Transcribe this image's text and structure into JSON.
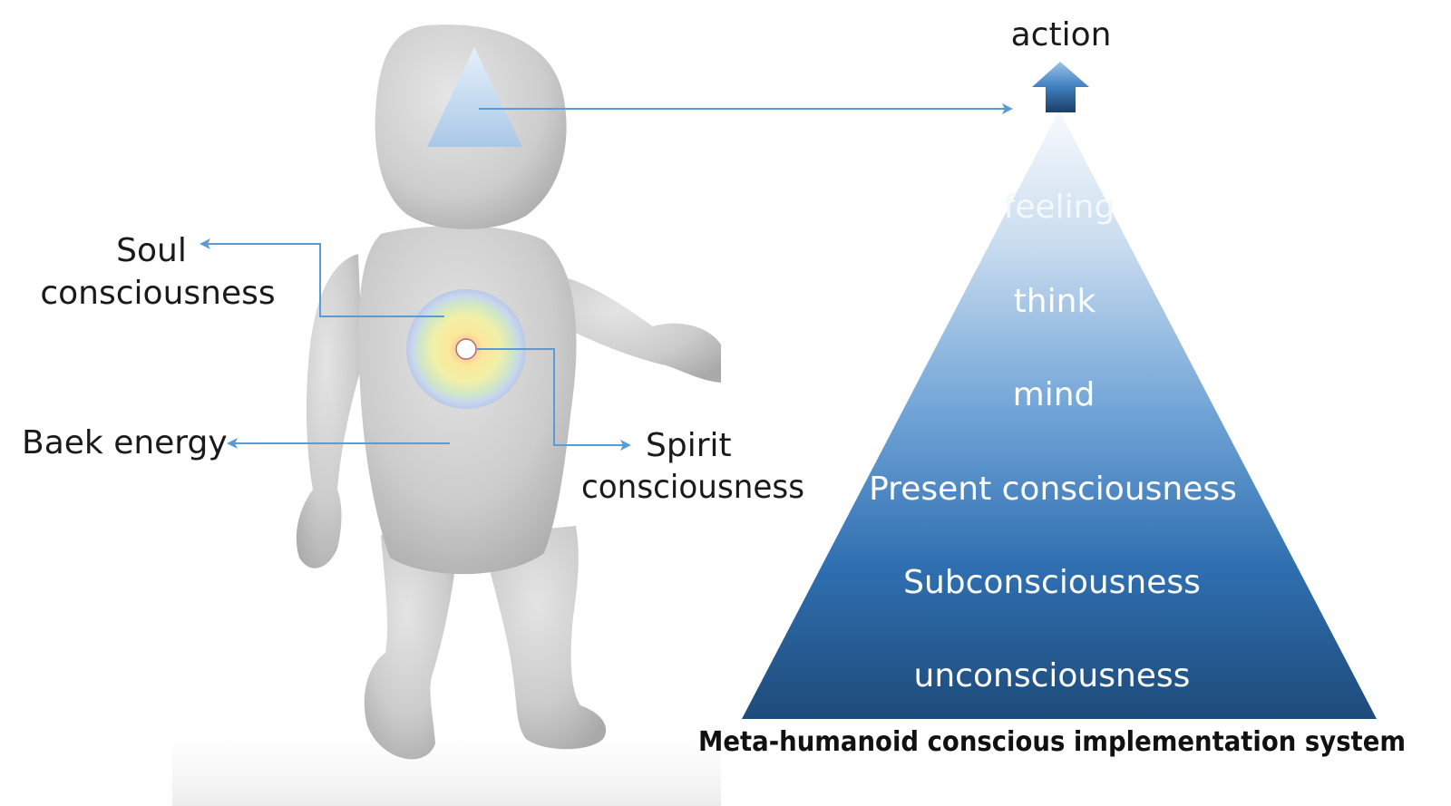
{
  "left_figure": {
    "soul_label": [
      "Soul",
      "consciousness"
    ],
    "spirit_label": [
      "Spirit",
      "consciousness"
    ],
    "baek_label": "Baek energy"
  },
  "pyramid": {
    "top_label": "action",
    "levels": [
      "feeling",
      "think",
      "mind",
      "Present consciousness",
      "Subconsciousness",
      "unconsciousness"
    ],
    "caption": "Meta-humanoid conscious implementation system",
    "colors": {
      "top": "#f2f7fc",
      "middle": "#5b9bd5",
      "bottom": "#1f4e79",
      "arrow": "#5b9bd5"
    }
  }
}
